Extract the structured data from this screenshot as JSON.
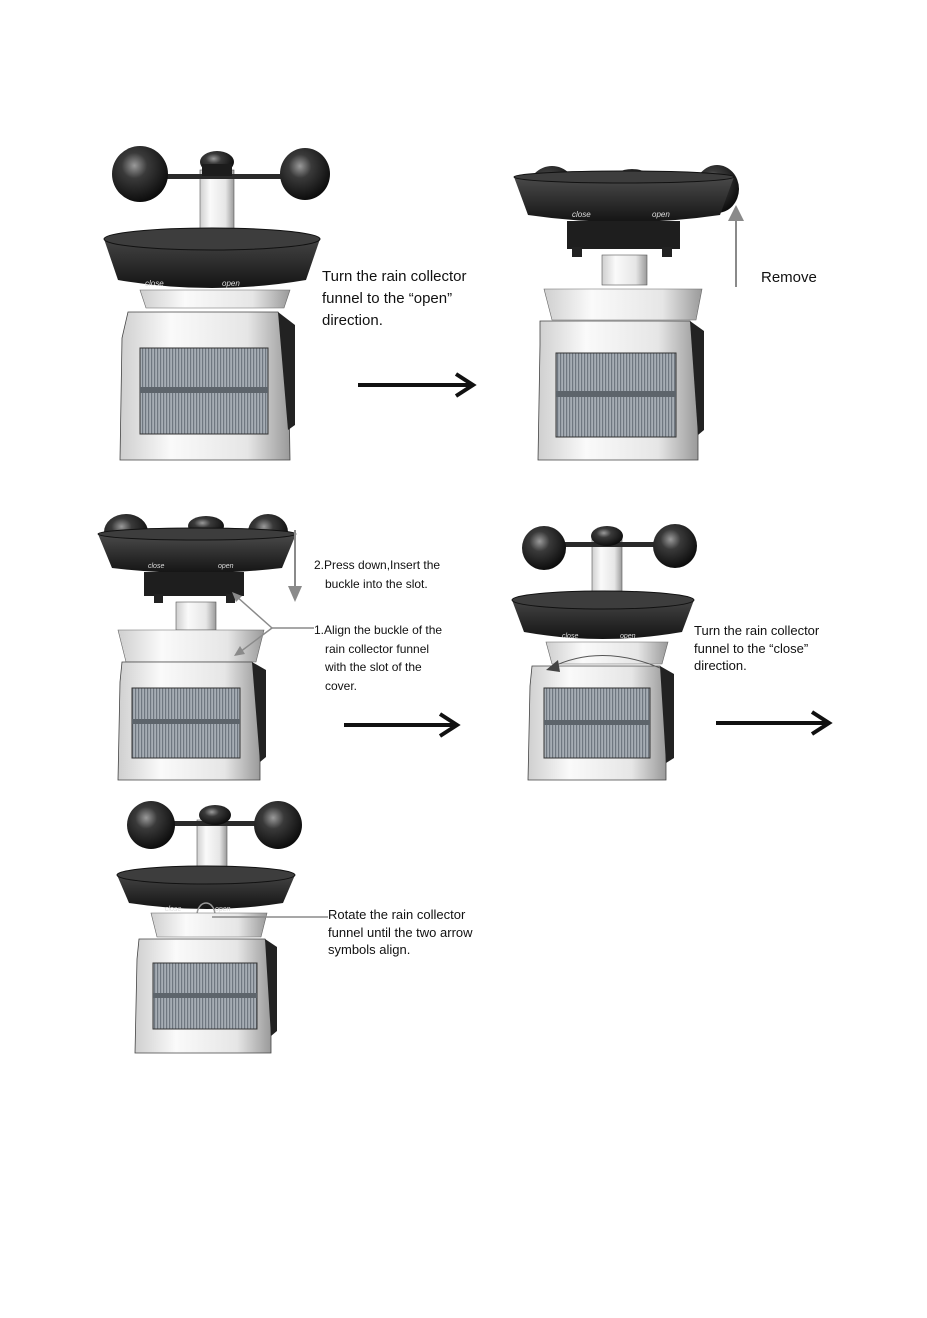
{
  "steps": {
    "step1": {
      "lines": [
        "Turn the rain collector",
        "funnel to the “open”",
        "direction."
      ]
    },
    "step2": {
      "label": "Remove"
    },
    "step3a": {
      "lines": [
        "2.Press down,Insert the",
        "buckle into the slot."
      ]
    },
    "step3b": {
      "lines": [
        "1.Align the buckle of the",
        "rain collector funnel",
        "with the slot of the",
        "cover."
      ]
    },
    "step4": {
      "lines": [
        "Turn the rain collector",
        "funnel to the “close”",
        "direction."
      ]
    },
    "step5": {
      "lines": [
        "Rotate the rain collector",
        "funnel until the two arrow",
        "symbols align."
      ]
    }
  },
  "funnel_markings": {
    "close": "close",
    "open": "open"
  },
  "icons": [
    "weather-sensor-illustration",
    "right-arrow-icon",
    "up-arrow-icon",
    "down-arrow-icon",
    "pointer-line",
    "alignment-circle"
  ],
  "colors": {
    "ink": "#111111",
    "funnel": "#2a2a2a",
    "panel": "#8c949c",
    "pointer": "#8a8a8a"
  }
}
